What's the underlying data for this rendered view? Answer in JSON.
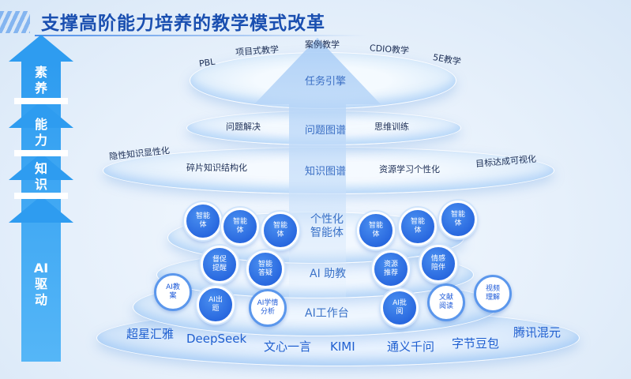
{
  "title": "支撑高阶能力培养的教学模式改革",
  "left_arrow": [
    "素养",
    "能力",
    "知识",
    "AI驱动"
  ],
  "task_tier": {
    "center": "任务引擎",
    "methods": [
      "PBL",
      "项目式教学",
      "案例教学",
      "CDIO教学",
      "5E教学"
    ]
  },
  "problem_tier": {
    "center": "问题图谱",
    "left": "问题解决",
    "right": "思维训练"
  },
  "knowledge_tier": {
    "center": "知识图谱",
    "items": [
      "隐性知识显性化",
      "碎片知识结构化",
      "资源学习个性化",
      "目标达成可视化"
    ]
  },
  "agent_tier": {
    "center": "个性化智能体",
    "center_line1": "个性化",
    "center_line2": "智能体",
    "bubbles": [
      "智能体",
      "智能体",
      "智能体",
      "智能体",
      "智能体",
      "智能体"
    ]
  },
  "assistant_tier": {
    "center": "AI 助教",
    "bubbles": [
      "督促提醒",
      "智能答疑",
      "资源推荐",
      "情感陪伴"
    ]
  },
  "workbench_tier": {
    "center": "AI工作台",
    "bubbles": [
      "AI教案",
      "AI出题",
      "AI学情分析",
      "AI批阅",
      "文献阅读",
      "视频理解"
    ]
  },
  "models": [
    "超星汇雅",
    "DeepSeek",
    "文心一言",
    "KIMI",
    "通义千问",
    "字节豆包",
    "腾讯混元"
  ]
}
